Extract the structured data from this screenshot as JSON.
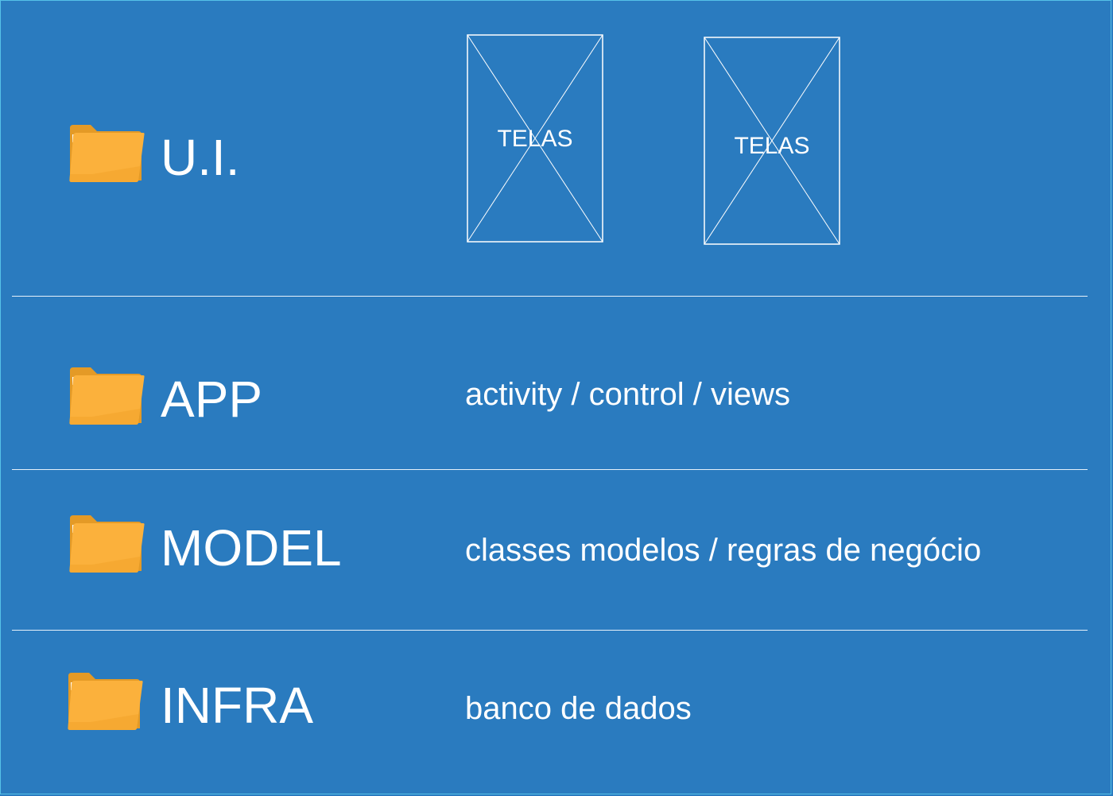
{
  "layers": [
    {
      "id": "ui",
      "label": "U.I.",
      "icon": "folder-icon",
      "screens": [
        {
          "label": "TELAS"
        },
        {
          "label": "TELAS"
        }
      ]
    },
    {
      "id": "app",
      "label": "APP",
      "icon": "folder-icon",
      "description": "activity / control / views"
    },
    {
      "id": "model",
      "label": "MODEL",
      "icon": "folder-icon",
      "description": "classes modelos / regras de negócio"
    },
    {
      "id": "infra",
      "label": "INFRA",
      "icon": "folder-icon",
      "description": "banco de dados"
    }
  ],
  "colors": {
    "background": "#2a7bbf",
    "text": "#ffffff",
    "folder": "#fbb13c",
    "folder_dark": "#e49a26",
    "divider": "#e6f1fa",
    "border": "#56c2e8"
  }
}
